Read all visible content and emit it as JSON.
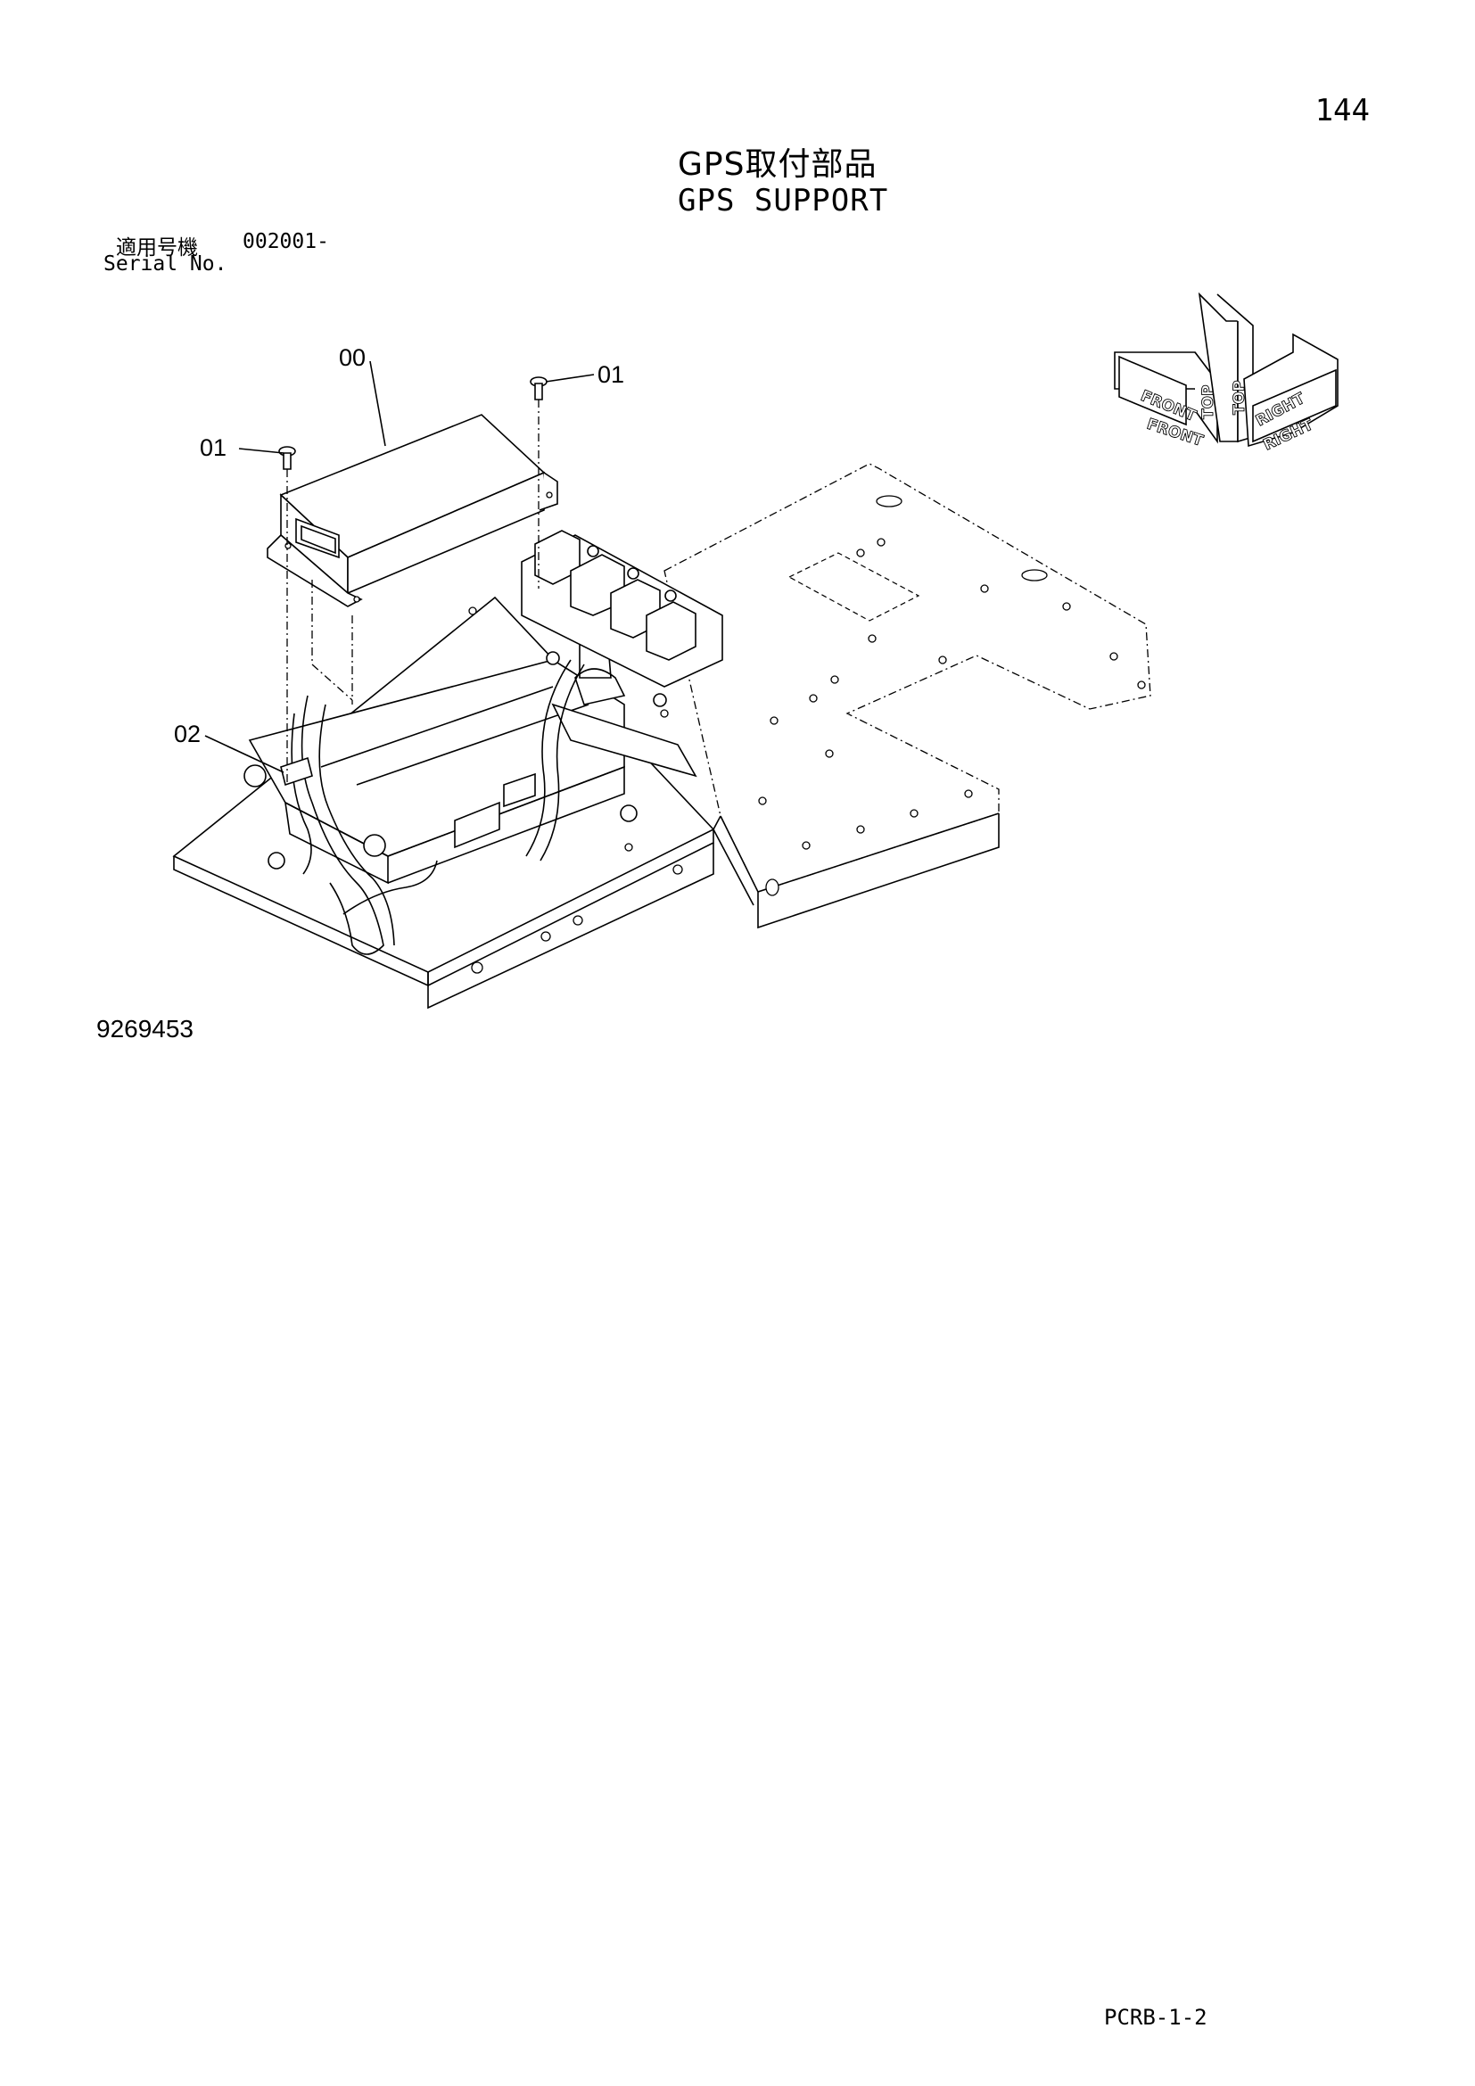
{
  "header": {
    "page_number": "144",
    "title_ja": "GPS取付部品",
    "title_en": "GPS SUPPORT"
  },
  "serial": {
    "label_ja": "適用号機",
    "value": "002001-",
    "label_en": "Serial No."
  },
  "callouts": [
    {
      "id": "00",
      "label": "00"
    },
    {
      "id": "01a",
      "label": "01"
    },
    {
      "id": "01b",
      "label": "01"
    },
    {
      "id": "02",
      "label": "02"
    }
  ],
  "orientation": {
    "labels": [
      "FRONT",
      "TOP",
      "RIGHT"
    ],
    "side_labels": [
      "FRONT",
      "TOP",
      "RIGHT"
    ]
  },
  "drawing_number": "9269453",
  "footer": {
    "code": "PCRB-1-2"
  }
}
